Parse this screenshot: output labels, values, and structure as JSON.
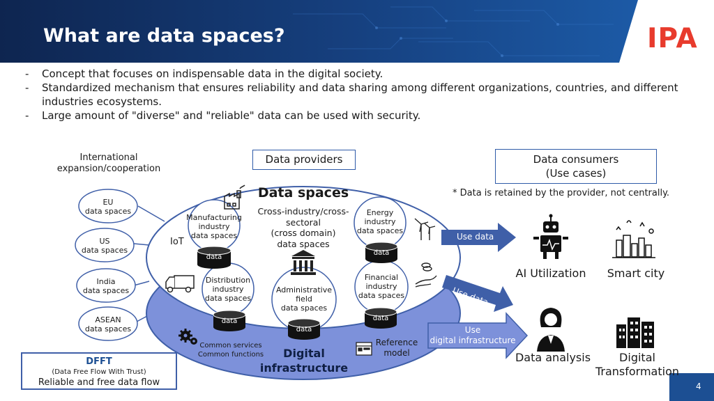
{
  "header": {
    "title": "What are data spaces?",
    "logo": "IPA"
  },
  "bullets": [
    {
      "dash": "-",
      "text": "Concept that focuses on indispensable data in the digital society."
    },
    {
      "dash": "-",
      "text": "Standardized mechanism that ensures reliability and data sharing among different organizations, countries, and different industries ecosystems."
    },
    {
      "dash": "-",
      "text": "Large amount of \"diverse\" and \"reliable\" data can be used with security."
    }
  ],
  "international": {
    "label_line1": "International",
    "label_line2": "expansion/cooperation",
    "regions": [
      {
        "line1": "EU",
        "line2": "data spaces"
      },
      {
        "line1": "US",
        "line2": "data spaces"
      },
      {
        "line1": "India",
        "line2": "data spaces"
      },
      {
        "line1": "ASEAN",
        "line2": "data spaces"
      }
    ]
  },
  "dfft": {
    "title": "DFFT",
    "subtitle": "(Data Free Flow With Trust)",
    "tagline": "Reliable and free data flow"
  },
  "providers": {
    "label": "Data providers"
  },
  "consumers": {
    "line1": "Data consumers",
    "line2": "(Use cases)"
  },
  "retained_note": "* Data is retained by the provider, not centrally.",
  "ellipse": {
    "title": "Data spaces",
    "cross_line1": "Cross-industry/cross-",
    "cross_line2": "sectoral",
    "cross_line3": "(cross domain)",
    "cross_line4": "data spaces",
    "iot": "IoT",
    "data_label": "data",
    "manufacturing": [
      "Manufacturing",
      "industry",
      "data spaces"
    ],
    "energy": [
      "Energy",
      "industry",
      "data spaces"
    ],
    "distribution": [
      "Distribution",
      "industry",
      "data spaces"
    ],
    "administrative": [
      "Administrative",
      "field",
      "data spaces"
    ],
    "financial": [
      "Financial",
      "industry",
      "data spaces"
    ]
  },
  "infra": {
    "common_services": "Common services",
    "common_functions": "Common functions",
    "digital_line1": "Digital",
    "digital_line2": "infrastructure",
    "reference_line1": "Reference",
    "reference_line2": "model"
  },
  "arrows": {
    "use_data_1": "Use data",
    "use_data_2": "Use data",
    "use_infra_line1": "Use",
    "use_infra_line2": "digital infrastructure"
  },
  "use_cases": {
    "ai": "AI Utilization",
    "smart_city": "Smart city",
    "data_analysis": "Data analysis",
    "dx_line1": "Digital",
    "dx_line2": "Transformation"
  },
  "page_number": "4",
  "colors": {
    "header_dark": "#0f2a57",
    "header_light": "#1c4f93",
    "accent_blue": "#3f5fa8",
    "infra_blue": "#7a8fd6",
    "logo_red": "#e83b2d"
  },
  "icons": [
    "factory-icon",
    "wind-turbine-icon",
    "truck-icon",
    "bank-icon",
    "hand-coins-icon",
    "gears-icon",
    "reference-model-icon",
    "robot-icon",
    "city-icon",
    "person-icon",
    "building-icon",
    "database-icon"
  ]
}
